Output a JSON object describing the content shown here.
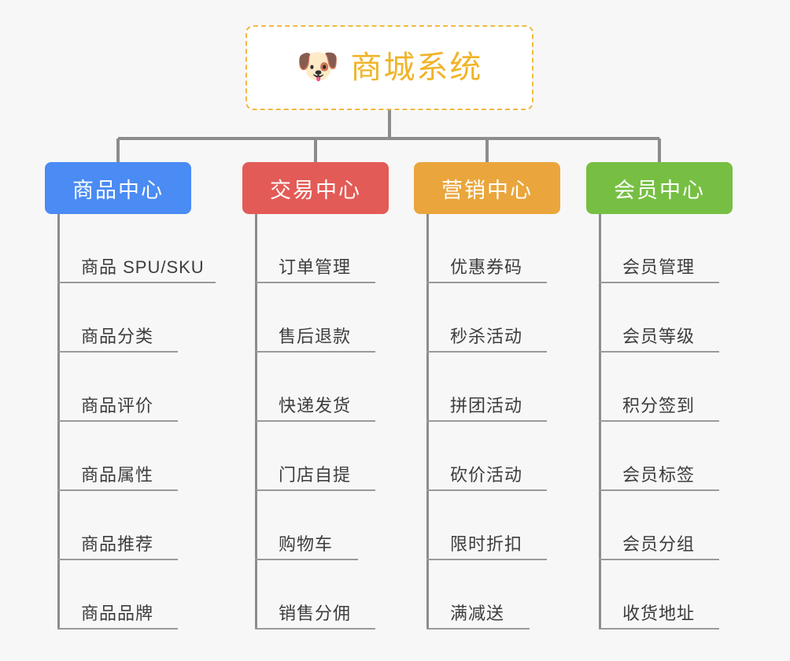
{
  "page": {
    "background": "#f7f7f7",
    "diagram_type": "organization-tree"
  },
  "root": {
    "title": "商城系统",
    "icon": "shiba-dog-face-icon",
    "icon_glyph": "🐶",
    "border_color": "#f2b842",
    "text_color": "#f0b429",
    "background": "#ffffff"
  },
  "connector": {
    "color": "#8c8c8c"
  },
  "branches": [
    {
      "id": "product-center",
      "label": "商品中心",
      "color": "#4a8bf4",
      "items": [
        "商品 SPU/SKU",
        "商品分类",
        "商品评价",
        "商品属性",
        "商品推荐",
        "商品品牌"
      ]
    },
    {
      "id": "trade-center",
      "label": "交易中心",
      "color": "#e35b56",
      "items": [
        "订单管理",
        "售后退款",
        "快递发货",
        "门店自提",
        "购物车",
        "销售分佣"
      ]
    },
    {
      "id": "marketing-center",
      "label": "营销中心",
      "color": "#eaa63c",
      "items": [
        "优惠券码",
        "秒杀活动",
        "拼团活动",
        "砍价活动",
        "限时折扣",
        "满减送"
      ]
    },
    {
      "id": "member-center",
      "label": "会员中心",
      "color": "#76bf43",
      "items": [
        "会员管理",
        "会员等级",
        "积分签到",
        "会员标签",
        "会员分组",
        "收货地址"
      ]
    }
  ]
}
